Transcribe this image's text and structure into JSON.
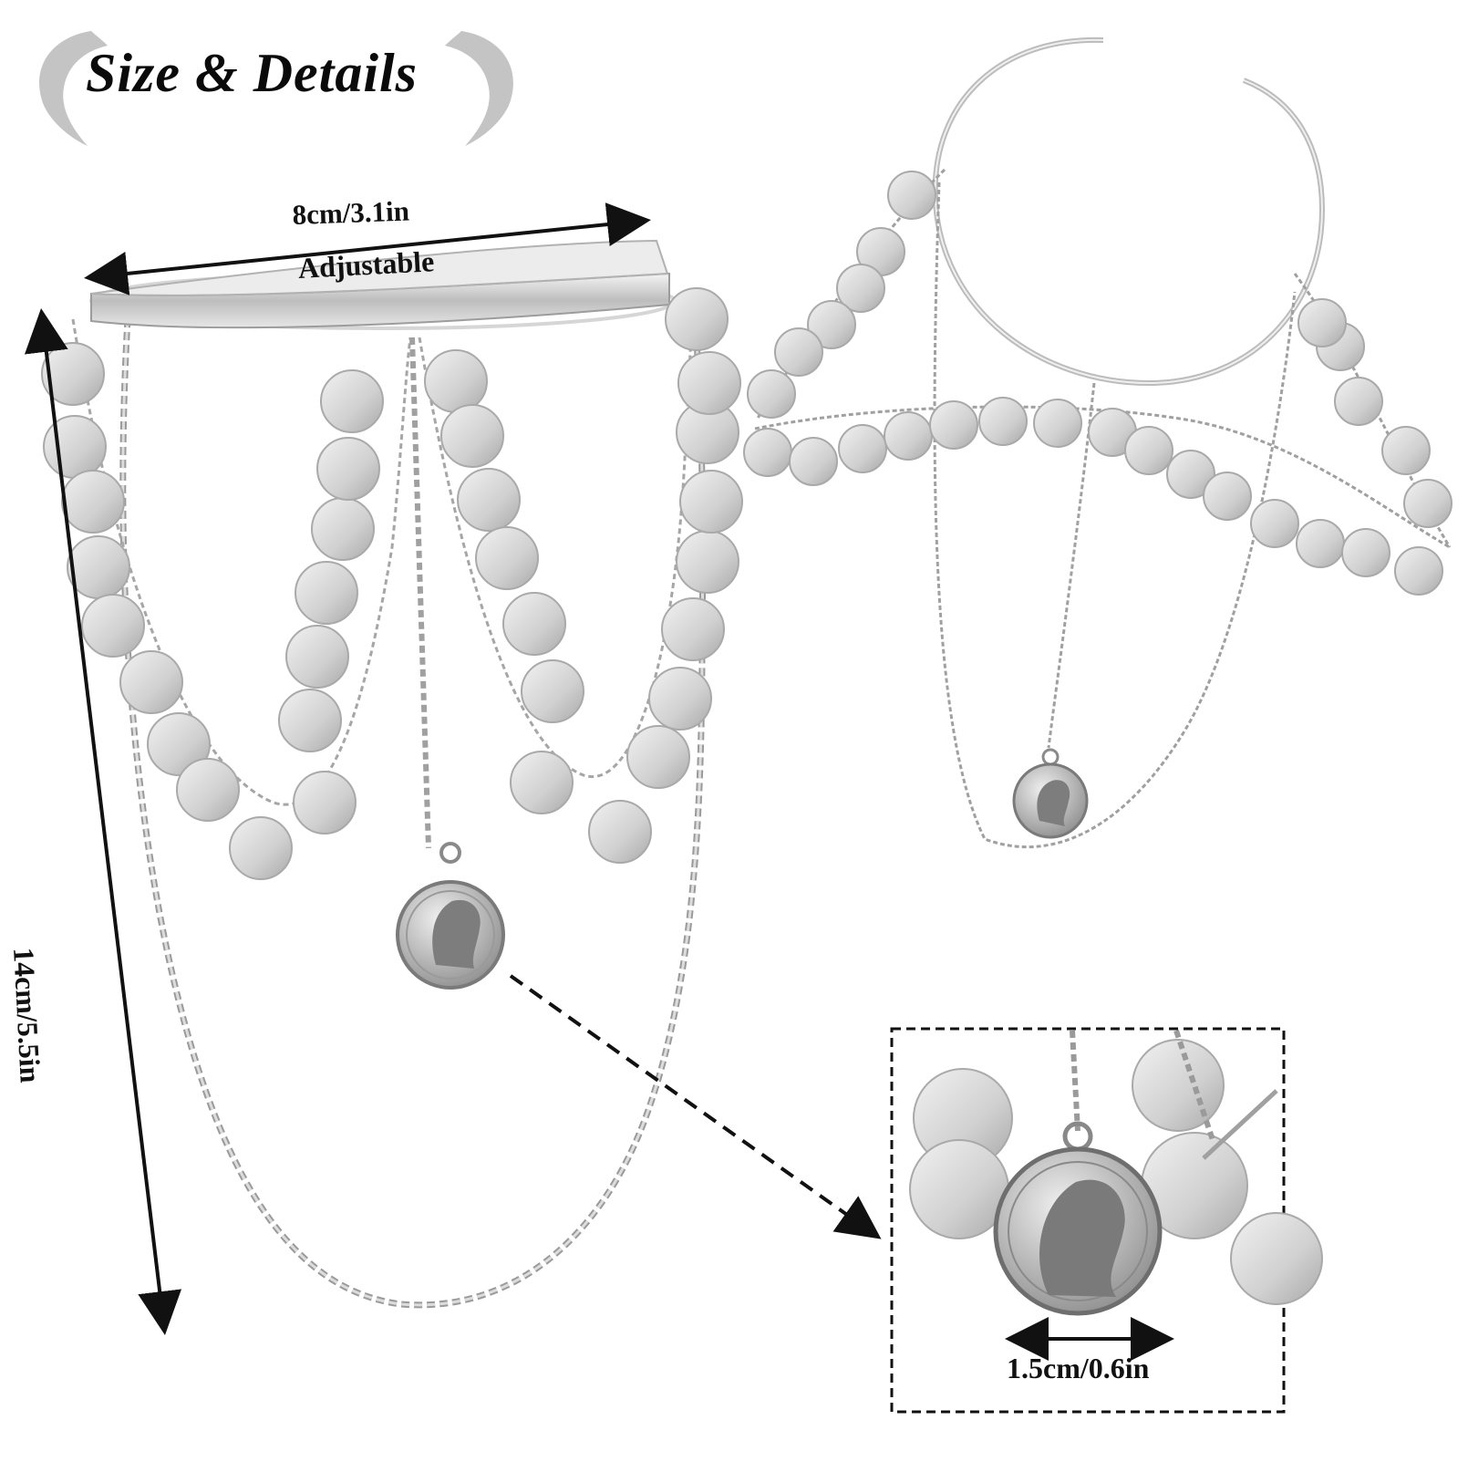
{
  "header": {
    "title": "Size & Details"
  },
  "dimensions": {
    "width_label": "8cm/3.1in",
    "adjustable_label": "Adjustable",
    "height_label": "14cm/5.5in",
    "coin_label": "1.5cm/0.6in"
  },
  "colors": {
    "silver_light": "#e4e4e4",
    "silver_mid": "#c4c4c4",
    "silver_dark": "#8c8c8c",
    "arrow": "#111111",
    "ornament": "#b8b8b8"
  }
}
